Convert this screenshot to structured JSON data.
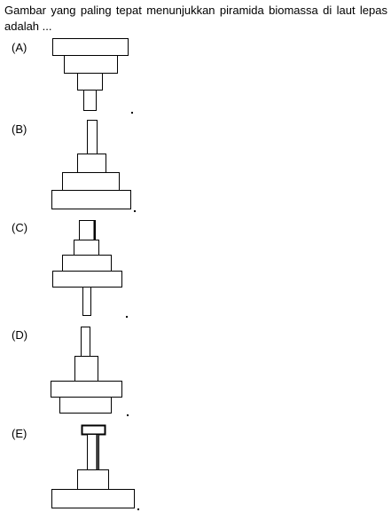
{
  "question": {
    "text": "Gambar yang paling tepat menunjukkan piramida biomassa di laut lepas adalah ..."
  },
  "options": [
    {
      "label": "(A)"
    },
    {
      "label": "(B)"
    },
    {
      "label": "(C)"
    },
    {
      "label": "(D)"
    },
    {
      "label": "(E)"
    }
  ]
}
